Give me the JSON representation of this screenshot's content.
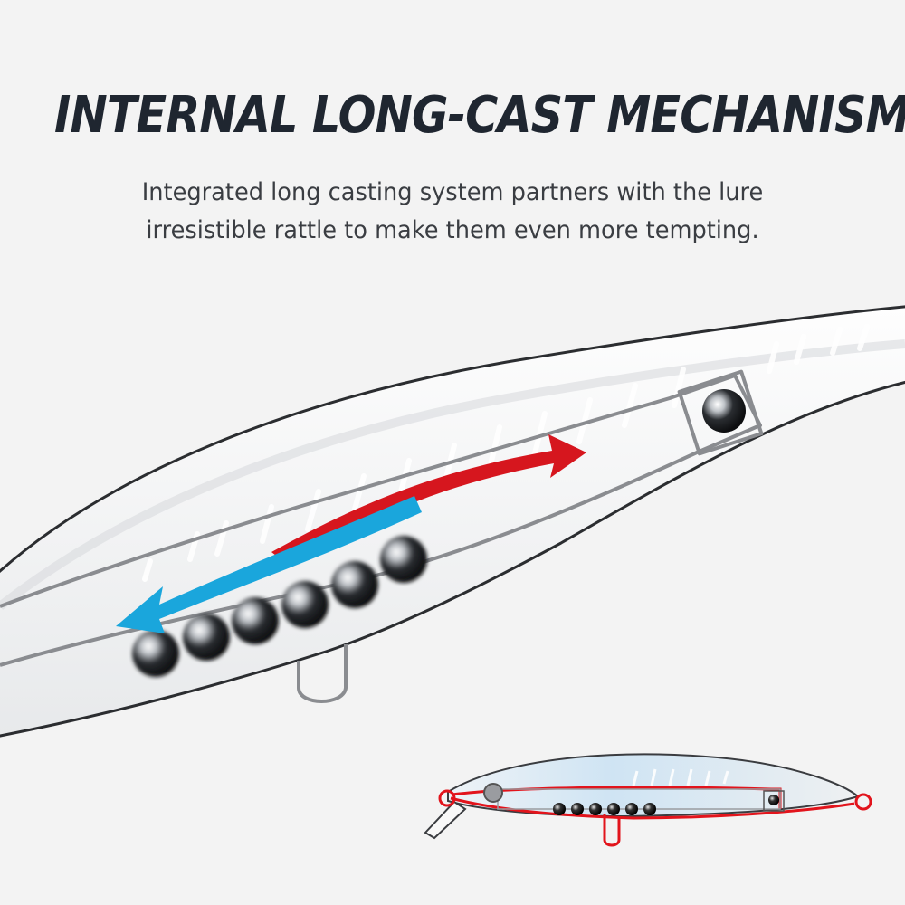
{
  "headline": "INTERNAL LONG-CAST MECHANISM",
  "subtitle": {
    "line1": "Integrated long casting system partners with the lure",
    "line2": "irresistible rattle to make them even more tempting."
  },
  "colors": {
    "background": "#f3f3f3",
    "headline": "#1f2630",
    "arrow_forward": "#d6161e",
    "arrow_back": "#1aa6dc",
    "outline_gray": "#8a8c90",
    "diagram_red": "#e2141c"
  },
  "icons": {
    "main_illustration": "transparent-lure-cutaway",
    "forward_arrow": "red-curved-arrow-right",
    "back_arrow": "blue-curved-arrow-left",
    "weights": "steel-ball-rattle",
    "inset": "lure-side-diagram"
  }
}
